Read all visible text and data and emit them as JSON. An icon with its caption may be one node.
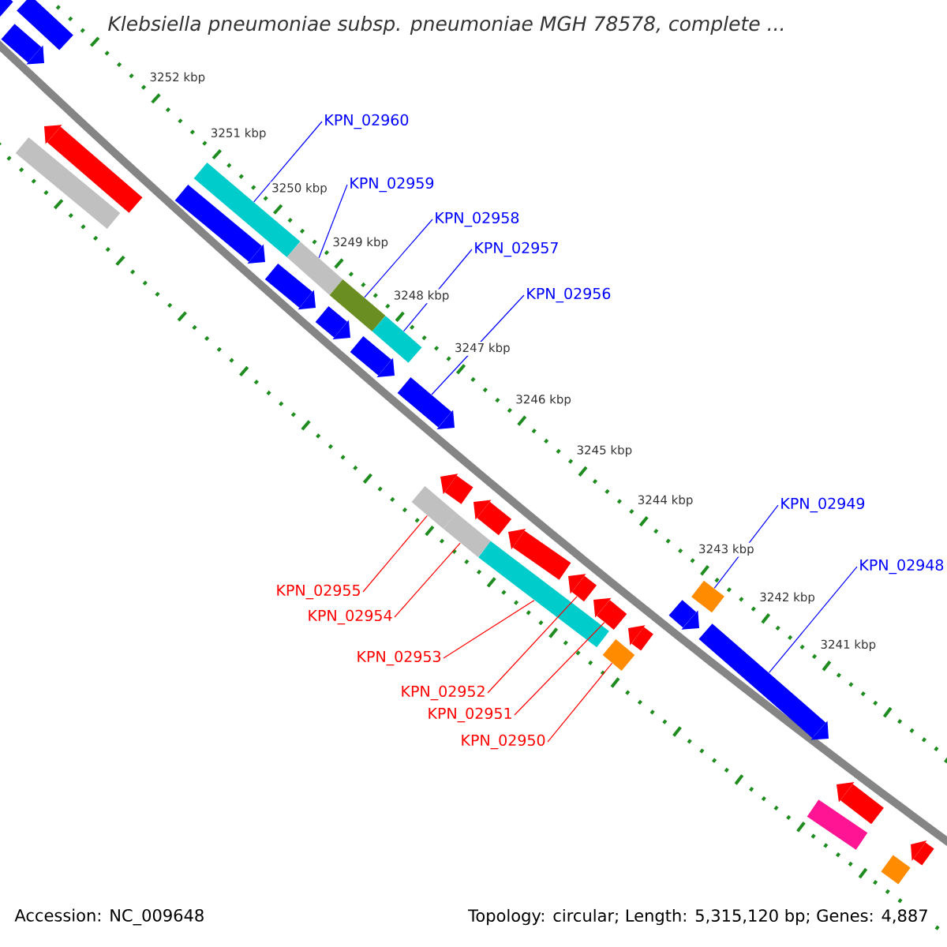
{
  "diagram": {
    "title": "Klebsiella pneumoniae subsp. pneumoniae MGH 78578, complete ...",
    "nodes": [
      {
        "text": [
          "KPN_02960"
        ]
      },
      {
        "text": [
          "KPN_02959"
        ]
      },
      {
        "text": [
          "KPN_02958"
        ]
      },
      {
        "text": [
          "KPN_02957"
        ]
      },
      {
        "text": [
          "KPN_02956"
        ]
      },
      {
        "text": [
          "KPN_02949"
        ]
      },
      {
        "text": [
          "KPN_02948"
        ]
      },
      {
        "text": [
          "KPN_02955"
        ]
      },
      {
        "text": [
          "KPN_02954"
        ]
      },
      {
        "text": [
          "KPN_02953"
        ]
      },
      {
        "text": [
          "KPN_02952"
        ]
      },
      {
        "text": [
          "KPN_02951"
        ]
      },
      {
        "text": [
          "KPN_02950"
        ]
      },
      {
        "text": [],
        "shape": "bar"
      },
      {
        "text": [],
        "shape": "bar"
      },
      {
        "text": [],
        "shape": "bar"
      },
      {
        "text": [],
        "shape": "bar"
      },
      {
        "text": [],
        "shape": "bar"
      },
      {
        "text": [],
        "shape": "bar"
      },
      {
        "text": [],
        "shape": "bar"
      },
      {
        "text": [],
        "shape": "bar"
      },
      {
        "text": [],
        "shape": "bar"
      },
      {
        "text": [],
        "shape": "bar"
      },
      {
        "text": [],
        "shape": "bar"
      },
      {
        "text": [],
        "shape": "bar"
      },
      {
        "text": [],
        "shape": "bar"
      },
      {
        "text": [],
        "shape": "bar"
      },
      {
        "text": [],
        "shape": "bar"
      },
      {
        "text": [],
        "shape": "bar"
      },
      {
        "text": [],
        "shape": "bar"
      },
      {
        "text": [],
        "shape": "bar"
      },
      {
        "text": [],
        "shape": "bar"
      },
      {
        "text": [],
        "shape": "bar"
      },
      {
        "text": [],
        "shape": "bar"
      },
      {
        "text": [],
        "shape": "bar"
      },
      {
        "text": [],
        "shape": "bar"
      },
      {
        "text": [],
        "shape": "bar"
      },
      {
        "text": [],
        "shape": "bar"
      },
      {
        "text": [],
        "shape": "bar"
      },
      {
        "text": [],
        "shape": "bar"
      },
      {
        "text": [],
        "shape": "bar"
      },
      {
        "text": [],
        "shape": "bar"
      },
      {
        "text": [],
        "shape": "bar"
      },
      {
        "text": [],
        "shape": "bar"
      }
    ],
    "edges": [
      {
        "from": 0,
        "to": 19,
        "arrow": "none"
      },
      {
        "from": 1,
        "to": 21,
        "arrow": "none"
      },
      {
        "from": 2,
        "to": 23,
        "arrow": "none"
      },
      {
        "from": 3,
        "to": 25,
        "arrow": "none"
      },
      {
        "from": 4,
        "to": 26,
        "arrow": "none"
      },
      {
        "from": 5,
        "to": 38,
        "arrow": "none"
      },
      {
        "from": 6,
        "to": 39,
        "arrow": "none"
      },
      {
        "from": 7,
        "to": 27,
        "arrow": "none",
        "color": "#ff0000"
      },
      {
        "from": 8,
        "to": 29,
        "arrow": "none",
        "color": "#ff0000"
      },
      {
        "from": 9,
        "to": 32,
        "arrow": "none",
        "color": "#ff0000"
      },
      {
        "from": 10,
        "to": 33,
        "arrow": "none",
        "color": "#ff0000"
      },
      {
        "from": 11,
        "to": 34,
        "arrow": "none",
        "color": "#ff0000"
      },
      {
        "from": 12,
        "to": 35,
        "arrow": "none",
        "color": "#ff0000"
      }
    ],
    "labels": [
      "3252 kbp",
      "3251 kbp",
      "3250 kbp",
      "3249 kbp",
      "3248 kbp",
      "3247 kbp",
      "3246 kbp",
      "3245 kbp",
      "3244 kbp",
      "3243 kbp",
      "3242 kbp",
      "3241 kbp",
      "Accession: NC_009648",
      "Topology: circular; Length: 5,315,120 bp; Genes: 4,887"
    ]
  }
}
